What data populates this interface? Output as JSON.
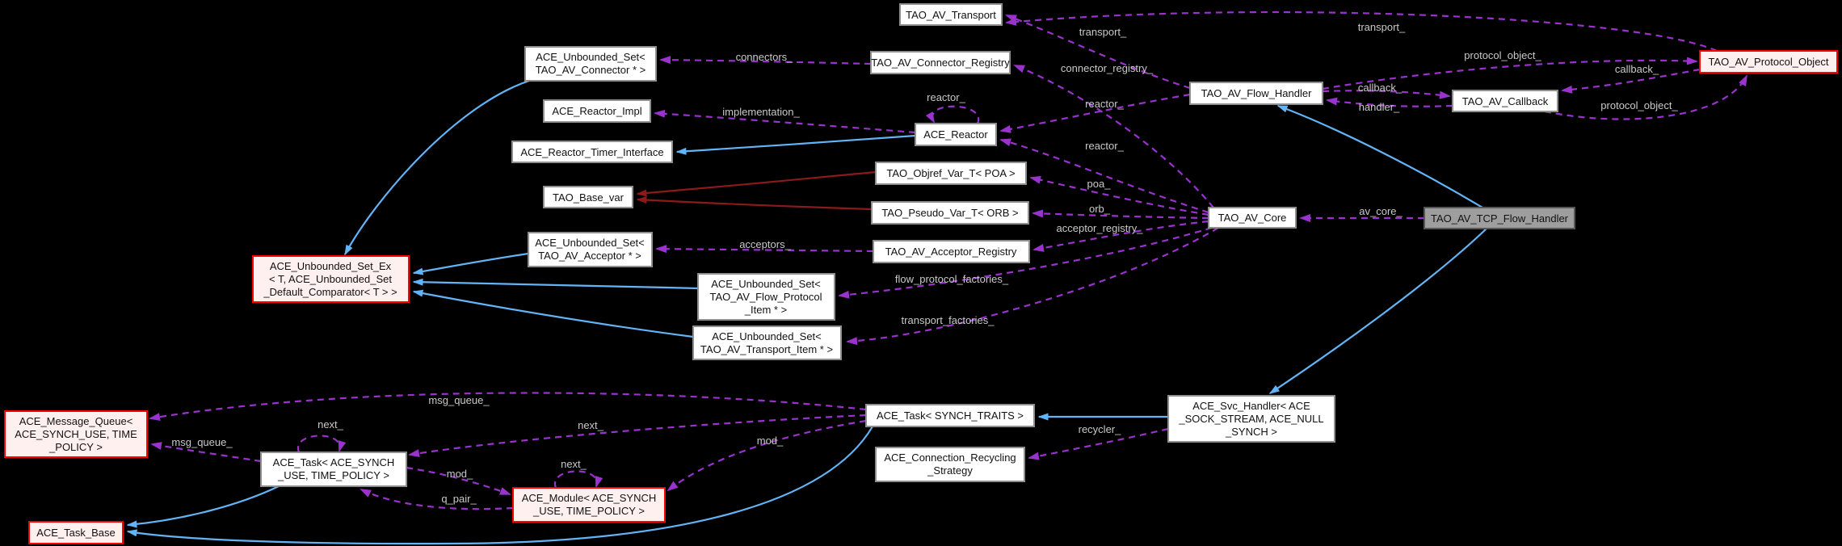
{
  "diagram": {
    "kind": "doxygen-collaboration-graph",
    "current_node": "TAO_AV_TCP_Flow_Handler",
    "colors": {
      "background": "#000000",
      "node_fill": "#ffffff",
      "node_border": "#8f8f8f",
      "highlight_fill": "#fff0f0",
      "highlight_border": "#ff0000",
      "current_fill": "#9e9e9e",
      "usage_edge": "#9a32cd",
      "inheritance_edge": "#63b4f6",
      "private_inheritance_edge": "#8b1a1a",
      "edge_label_color": "#c9c9c9"
    },
    "nodes": [
      {
        "id": "TAO_AV_Transport",
        "style": "normal",
        "lines": [
          "TAO_AV_Transport"
        ]
      },
      {
        "id": "ACE_Unbounded_Set< TAO_AV_Connector * >",
        "style": "normal",
        "lines": [
          "ACE_Unbounded_Set<",
          "TAO_AV_Connector * >"
        ]
      },
      {
        "id": "TAO_AV_Connector_Registry",
        "style": "normal",
        "lines": [
          "TAO_AV_Connector_Registry"
        ]
      },
      {
        "id": "TAO_AV_Protocol_Object",
        "style": "highlight",
        "lines": [
          "TAO_AV_Protocol_Object"
        ]
      },
      {
        "id": "TAO_AV_Flow_Handler",
        "style": "normal",
        "lines": [
          "TAO_AV_Flow_Handler"
        ]
      },
      {
        "id": "TAO_AV_Callback",
        "style": "normal",
        "lines": [
          "TAO_AV_Callback"
        ]
      },
      {
        "id": "ACE_Reactor_Impl",
        "style": "normal",
        "lines": [
          "ACE_Reactor_Impl"
        ]
      },
      {
        "id": "ACE_Reactor",
        "style": "normal",
        "lines": [
          "ACE_Reactor"
        ]
      },
      {
        "id": "ACE_Reactor_Timer_Interface",
        "style": "normal",
        "lines": [
          "ACE_Reactor_Timer_Interface"
        ]
      },
      {
        "id": "TAO_Objref_Var_T< POA >",
        "style": "normal",
        "lines": [
          "TAO_Objref_Var_T< POA >"
        ]
      },
      {
        "id": "TAO_Base_var",
        "style": "normal",
        "lines": [
          "TAO_Base_var"
        ]
      },
      {
        "id": "TAO_Pseudo_Var_T< ORB >",
        "style": "normal",
        "lines": [
          "TAO_Pseudo_Var_T< ORB >"
        ]
      },
      {
        "id": "TAO_AV_Core",
        "style": "normal",
        "lines": [
          "TAO_AV_Core"
        ]
      },
      {
        "id": "TAO_AV_TCP_Flow_Handler",
        "style": "current",
        "lines": [
          "TAO_AV_TCP_Flow_Handler"
        ]
      },
      {
        "id": "ACE_Unbounded_Set< TAO_AV_Acceptor * >",
        "style": "normal",
        "lines": [
          "ACE_Unbounded_Set<",
          "TAO_AV_Acceptor * >"
        ]
      },
      {
        "id": "TAO_AV_Acceptor_Registry",
        "style": "normal",
        "lines": [
          "TAO_AV_Acceptor_Registry"
        ]
      },
      {
        "id": "ACE_Unbounded_Set_Ex< T, ACE_Unbounded_Set_Default_Comparator< T > >",
        "style": "highlight",
        "lines": [
          "ACE_Unbounded_Set_Ex",
          "< T, ACE_Unbounded_Set",
          "_Default_Comparator< T > >"
        ]
      },
      {
        "id": "ACE_Unbounded_Set< TAO_AV_Flow_Protocol_Item * >",
        "style": "normal",
        "lines": [
          "ACE_Unbounded_Set<",
          "TAO_AV_Flow_Protocol",
          "_Item * >"
        ]
      },
      {
        "id": "ACE_Unbounded_Set< TAO_AV_Transport_Item * >",
        "style": "normal",
        "lines": [
          "ACE_Unbounded_Set<",
          "TAO_AV_Transport_Item * >"
        ]
      },
      {
        "id": "ACE_Message_Queue< ACE_SYNCH_USE, TIME_POLICY >",
        "style": "highlight",
        "lines": [
          "ACE_Message_Queue<",
          "ACE_SYNCH_USE, TIME",
          "_POLICY >"
        ]
      },
      {
        "id": "ACE_Task< SYNCH_TRAITS >",
        "style": "normal",
        "lines": [
          "ACE_Task< SYNCH_TRAITS >"
        ]
      },
      {
        "id": "ACE_Svc_Handler< ACE_SOCK_STREAM, ACE_NULL_SYNCH >",
        "style": "normal",
        "lines": [
          "ACE_Svc_Handler< ACE",
          "_SOCK_STREAM, ACE_NULL",
          "_SYNCH >"
        ]
      },
      {
        "id": "ACE_Task< ACE_SYNCH_USE, TIME_POLICY >",
        "style": "normal",
        "lines": [
          "ACE_Task< ACE_SYNCH",
          "_USE, TIME_POLICY >"
        ]
      },
      {
        "id": "ACE_Connection_Recycling_Strategy",
        "style": "normal",
        "lines": [
          "ACE_Connection_Recycling",
          "_Strategy"
        ]
      },
      {
        "id": "ACE_Module< ACE_SYNCH_USE, TIME_POLICY >",
        "style": "highlight",
        "lines": [
          "ACE_Module< ACE_SYNCH",
          "_USE, TIME_POLICY >"
        ]
      },
      {
        "id": "ACE_Task_Base",
        "style": "highlight",
        "lines": [
          "ACE_Task_Base"
        ]
      }
    ],
    "edges": [
      {
        "from": "TAO_AV_Flow_Handler",
        "to": "TAO_AV_Transport",
        "label": "transport_",
        "kind": "usage"
      },
      {
        "from": "TAO_AV_Protocol_Object",
        "to": "TAO_AV_Transport",
        "label": "transport_",
        "kind": "usage"
      },
      {
        "from": "TAO_AV_Core",
        "to": "TAO_AV_Connector_Registry",
        "label": "connector_registry_",
        "kind": "usage"
      },
      {
        "from": "TAO_AV_Connector_Registry",
        "to": "ACE_Unbounded_Set< TAO_AV_Connector * >",
        "label": "connectors_",
        "kind": "usage"
      },
      {
        "from": "TAO_AV_Flow_Handler",
        "to": "TAO_AV_Protocol_Object",
        "label": "protocol_object_",
        "kind": "usage"
      },
      {
        "from": "TAO_AV_Protocol_Object",
        "to": "TAO_AV_Callback",
        "label": "callback_",
        "kind": "usage"
      },
      {
        "from": "TAO_AV_Flow_Handler",
        "to": "TAO_AV_Callback",
        "label": "callback_",
        "kind": "usage"
      },
      {
        "from": "TAO_AV_Callback",
        "to": "TAO_AV_Flow_Handler",
        "label": "handler_",
        "kind": "usage"
      },
      {
        "from": "TAO_AV_Callback",
        "to": "TAO_AV_Protocol_Object",
        "label": "protocol_object_",
        "kind": "usage"
      },
      {
        "from": "ACE_Reactor",
        "to": "ACE_Reactor",
        "label": "reactor_",
        "kind": "usage"
      },
      {
        "from": "TAO_AV_Flow_Handler",
        "to": "ACE_Reactor",
        "label": "reactor_",
        "kind": "usage"
      },
      {
        "from": "TAO_AV_Core",
        "to": "ACE_Reactor",
        "label": "reactor_",
        "kind": "usage"
      },
      {
        "from": "ACE_Reactor",
        "to": "ACE_Reactor_Impl",
        "label": "implementation_",
        "kind": "usage"
      },
      {
        "from": "TAO_AV_Core",
        "to": "TAO_Objref_Var_T< POA >",
        "label": "poa_",
        "kind": "usage"
      },
      {
        "from": "TAO_AV_Core",
        "to": "TAO_Pseudo_Var_T< ORB >",
        "label": "orb_",
        "kind": "usage"
      },
      {
        "from": "TAO_AV_Core",
        "to": "TAO_AV_Acceptor_Registry",
        "label": "acceptor_registry_",
        "kind": "usage"
      },
      {
        "from": "TAO_AV_Acceptor_Registry",
        "to": "ACE_Unbounded_Set< TAO_AV_Acceptor * >",
        "label": "acceptors_",
        "kind": "usage"
      },
      {
        "from": "TAO_AV_Core",
        "to": "ACE_Unbounded_Set< TAO_AV_Flow_Protocol_Item * >",
        "label": "flow_protocol_factories_",
        "kind": "usage"
      },
      {
        "from": "TAO_AV_Core",
        "to": "ACE_Unbounded_Set< TAO_AV_Transport_Item * >",
        "label": "transport_factories_",
        "kind": "usage"
      },
      {
        "from": "TAO_AV_TCP_Flow_Handler",
        "to": "TAO_AV_Core",
        "label": "av_core_",
        "kind": "usage"
      },
      {
        "from": "ACE_Task< SYNCH_TRAITS >",
        "to": "ACE_Message_Queue< ACE_SYNCH_USE, TIME_POLICY >",
        "label": "msg_queue_",
        "kind": "usage"
      },
      {
        "from": "ACE_Task< ACE_SYNCH_USE, TIME_POLICY >",
        "to": "ACE_Message_Queue< ACE_SYNCH_USE, TIME_POLICY >",
        "label": "msg_queue_",
        "kind": "usage"
      },
      {
        "from": "ACE_Task< ACE_SYNCH_USE, TIME_POLICY >",
        "to": "ACE_Task< ACE_SYNCH_USE, TIME_POLICY >",
        "label": "next_",
        "kind": "usage"
      },
      {
        "from": "ACE_Task< SYNCH_TRAITS >",
        "to": "ACE_Task< ACE_SYNCH_USE, TIME_POLICY >",
        "label": "next_",
        "kind": "usage"
      },
      {
        "from": "ACE_Task< SYNCH_TRAITS >",
        "to": "ACE_Module< ACE_SYNCH_USE, TIME_POLICY >",
        "label": "mod_",
        "kind": "usage"
      },
      {
        "from": "ACE_Task< ACE_SYNCH_USE, TIME_POLICY >",
        "to": "ACE_Module< ACE_SYNCH_USE, TIME_POLICY >",
        "label": "mod_",
        "kind": "usage"
      },
      {
        "from": "ACE_Module< ACE_SYNCH_USE, TIME_POLICY >",
        "to": "ACE_Task< ACE_SYNCH_USE, TIME_POLICY >",
        "label": "q_pair_",
        "kind": "usage"
      },
      {
        "from": "ACE_Module< ACE_SYNCH_USE, TIME_POLICY >",
        "to": "ACE_Module< ACE_SYNCH_USE, TIME_POLICY >",
        "label": "next_",
        "kind": "usage"
      },
      {
        "from": "ACE_Svc_Handler< ACE_SOCK_STREAM, ACE_NULL_SYNCH >",
        "to": "ACE_Connection_Recycling_Strategy",
        "label": "recycler_",
        "kind": "usage"
      },
      {
        "from": "ACE_Unbounded_Set< TAO_AV_Connector * >",
        "to": "ACE_Unbounded_Set_Ex< T, ACE_Unbounded_Set_Default_Comparator< T > >",
        "label": "",
        "kind": "inheritance"
      },
      {
        "from": "ACE_Unbounded_Set< TAO_AV_Acceptor * >",
        "to": "ACE_Unbounded_Set_Ex< T, ACE_Unbounded_Set_Default_Comparator< T > >",
        "label": "",
        "kind": "inheritance"
      },
      {
        "from": "ACE_Unbounded_Set< TAO_AV_Flow_Protocol_Item * >",
        "to": "ACE_Unbounded_Set_Ex< T, ACE_Unbounded_Set_Default_Comparator< T > >",
        "label": "",
        "kind": "inheritance"
      },
      {
        "from": "ACE_Unbounded_Set< TAO_AV_Transport_Item * >",
        "to": "ACE_Unbounded_Set_Ex< T, ACE_Unbounded_Set_Default_Comparator< T > >",
        "label": "",
        "kind": "inheritance"
      },
      {
        "from": "ACE_Reactor",
        "to": "ACE_Reactor_Timer_Interface",
        "label": "",
        "kind": "inheritance"
      },
      {
        "from": "TAO_AV_TCP_Flow_Handler",
        "to": "TAO_AV_Flow_Handler",
        "label": "",
        "kind": "inheritance"
      },
      {
        "from": "TAO_AV_TCP_Flow_Handler",
        "to": "ACE_Svc_Handler< ACE_SOCK_STREAM, ACE_NULL_SYNCH >",
        "label": "",
        "kind": "inheritance"
      },
      {
        "from": "ACE_Svc_Handler< ACE_SOCK_STREAM, ACE_NULL_SYNCH >",
        "to": "ACE_Task< SYNCH_TRAITS >",
        "label": "",
        "kind": "inheritance"
      },
      {
        "from": "ACE_Task< ACE_SYNCH_USE, TIME_POLICY >",
        "to": "ACE_Task_Base",
        "label": "",
        "kind": "inheritance"
      },
      {
        "from": "ACE_Task< SYNCH_TRAITS >",
        "to": "ACE_Task_Base",
        "label": "",
        "kind": "inheritance"
      },
      {
        "from": "TAO_Objref_Var_T< POA >",
        "to": "TAO_Base_var",
        "label": "",
        "kind": "private-inheritance"
      },
      {
        "from": "TAO_Pseudo_Var_T< ORB >",
        "to": "TAO_Base_var",
        "label": "",
        "kind": "private-inheritance"
      }
    ]
  }
}
